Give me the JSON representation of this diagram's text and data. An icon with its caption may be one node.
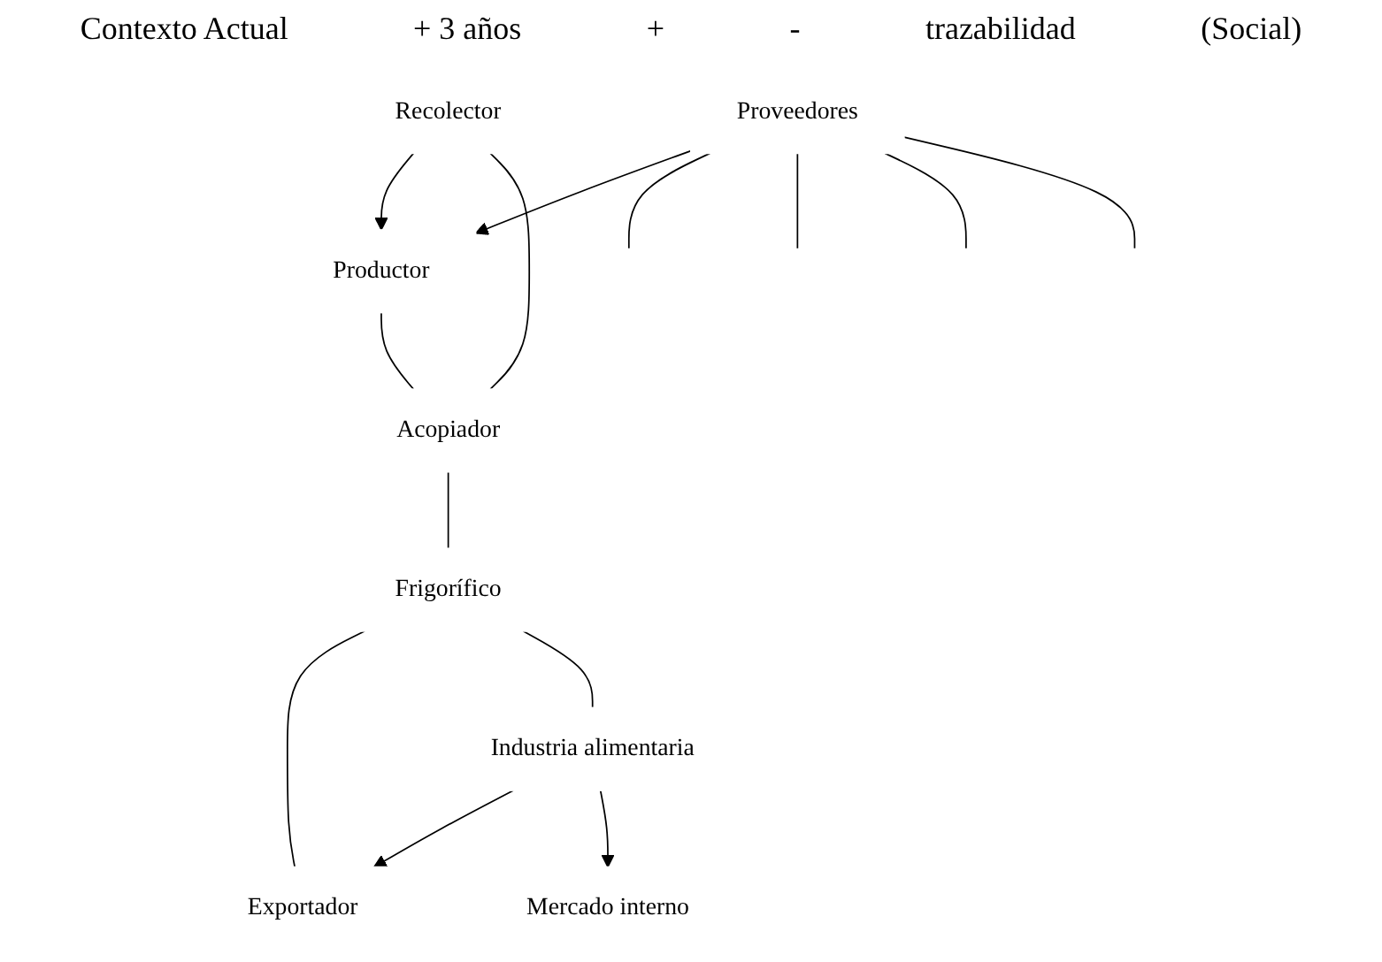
{
  "diagram": {
    "nodes": [
      {
        "text": [
          "Productor"
        ]
      },
      {
        "text": [
          "Recolector"
        ]
      },
      {
        "text": [
          "Proveedores"
        ]
      },
      {
        "text": [
          "Acopiador"
        ]
      },
      {
        "text": [
          "Frigorífico"
        ]
      },
      {
        "text": [
          "Exportador"
        ]
      },
      {
        "text": [
          "Industria alimentaria"
        ]
      },
      {
        "text": [
          "Mercado interno"
        ]
      }
    ],
    "edges": [
      {
        "from": 1,
        "to": 0,
        "arrow": "to"
      },
      {
        "from": 2,
        "to": 0,
        "arrow": "to"
      },
      {
        "from": 0,
        "to": 3,
        "arrow": "none"
      },
      {
        "from": 1,
        "to": 3,
        "arrow": "none"
      },
      {
        "from": 3,
        "to": 4,
        "arrow": "none"
      },
      {
        "from": 4,
        "to": 5,
        "arrow": "none"
      },
      {
        "from": 4,
        "to": 6,
        "arrow": "none"
      },
      {
        "from": 6,
        "to": 5,
        "arrow": "to"
      },
      {
        "from": 6,
        "to": 7,
        "arrow": "to"
      },
      {
        "from": 2,
        "to": null,
        "arrow": "none"
      },
      {
        "from": 2,
        "to": null,
        "arrow": "none"
      },
      {
        "from": 2,
        "to": null,
        "arrow": "none"
      },
      {
        "from": 2,
        "to": null,
        "arrow": "none"
      }
    ],
    "labels": [
      "Contexto Actual",
      "+ 3 años",
      "+",
      "-",
      "trazabilidad",
      "(Social)"
    ]
  }
}
